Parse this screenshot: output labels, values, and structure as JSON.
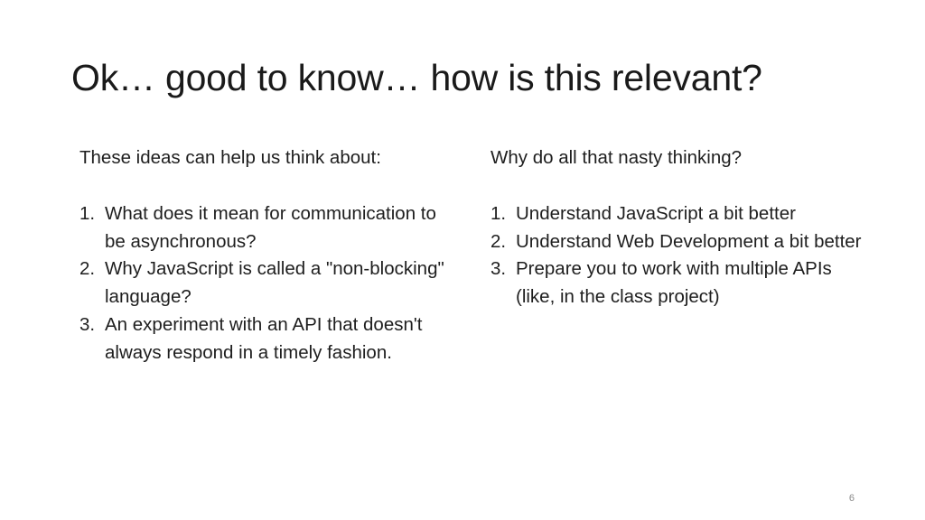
{
  "slide": {
    "title": "Ok… good to know… how is this relevant?",
    "page_number": "6"
  },
  "left_column": {
    "intro": "These ideas can help us think about:",
    "items": [
      {
        "number": "1.",
        "text": "What does it mean for communication to be asynchronous?"
      },
      {
        "number": "2.",
        "text": "Why JavaScript is called a \"non-blocking\" language?"
      },
      {
        "number": "3.",
        "text": "An experiment with an API that doesn't always respond in a timely fashion."
      }
    ]
  },
  "right_column": {
    "intro": "Why do all that nasty thinking?",
    "items": [
      {
        "number": "1.",
        "text": "Understand JavaScript a bit better"
      },
      {
        "number": "2.",
        "text": "Understand Web Development a bit better"
      },
      {
        "number": "3.",
        "text": "Prepare you to work with multiple APIs (like, in the class project)"
      }
    ]
  }
}
